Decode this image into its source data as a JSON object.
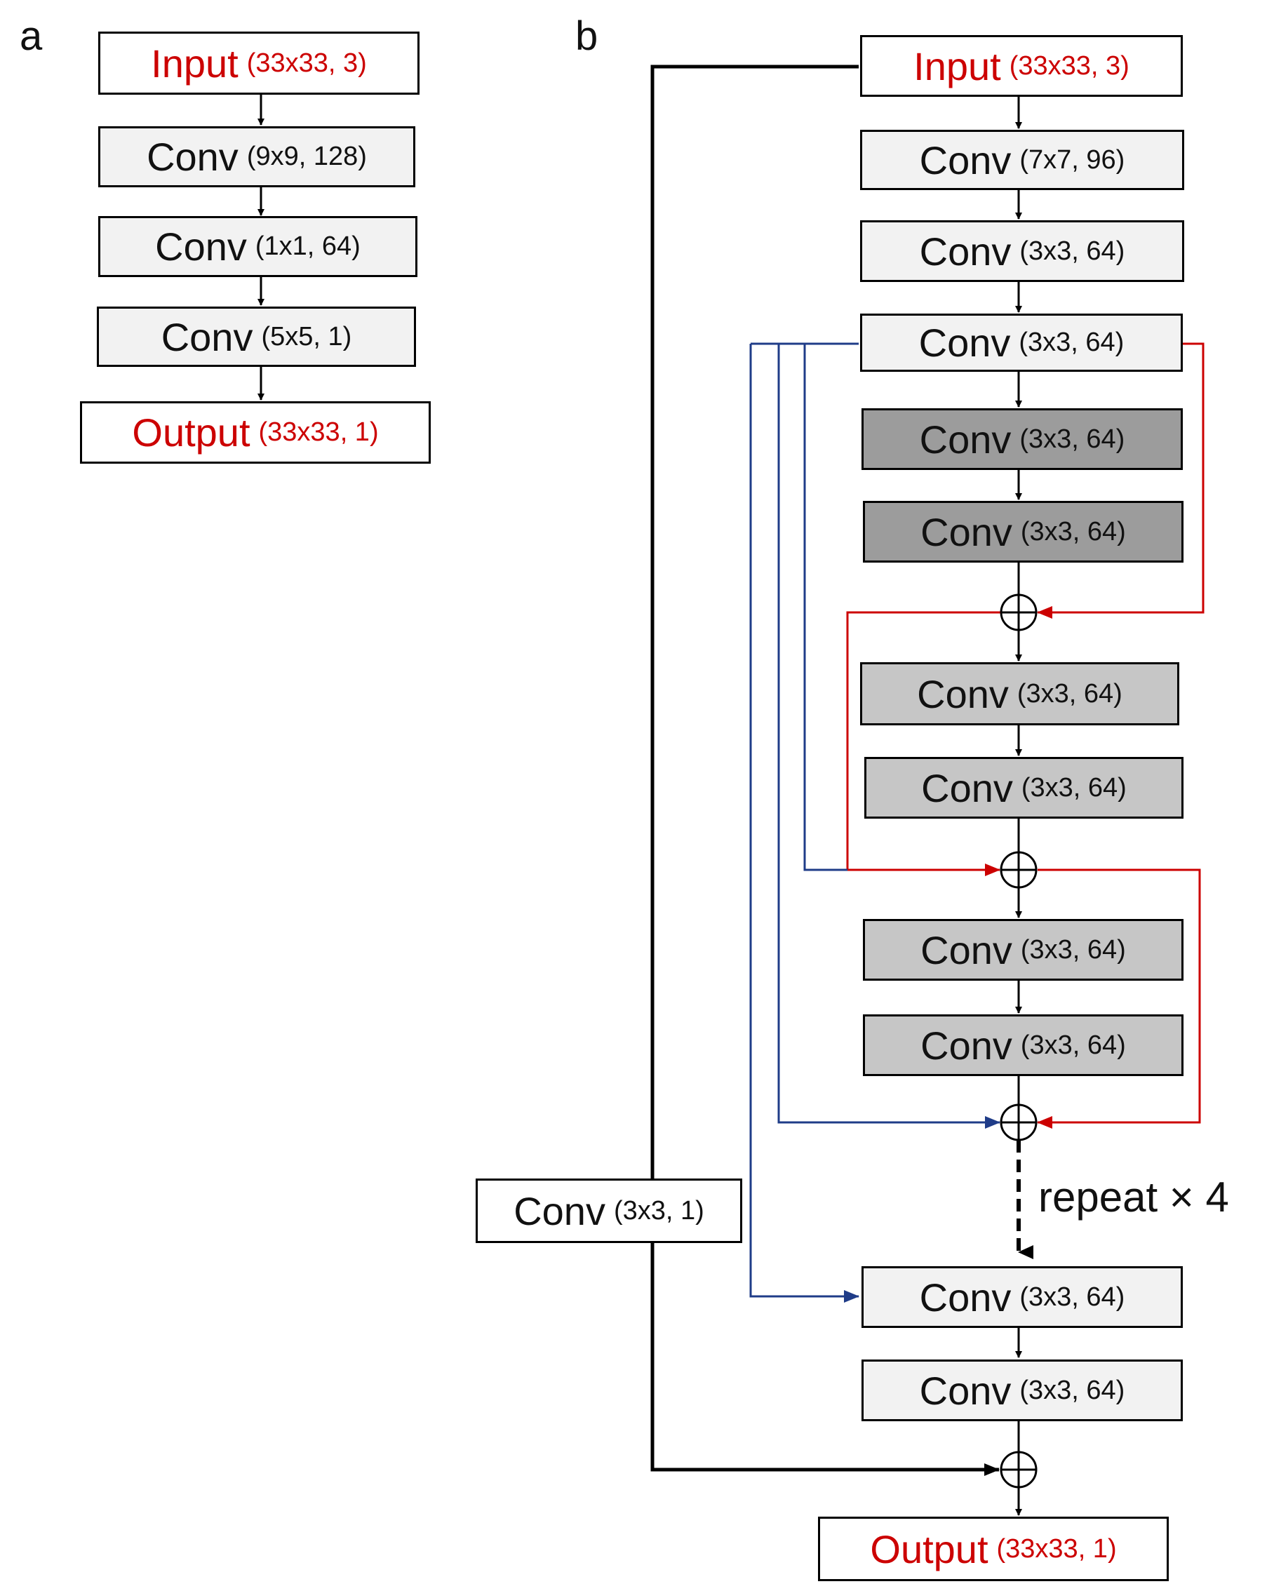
{
  "panel_a": {
    "label": "a",
    "blocks": [
      {
        "main": "Input",
        "param": "(33x33, 3)"
      },
      {
        "main": "Conv",
        "param": "(9x9, 128)"
      },
      {
        "main": "Conv",
        "param": "(1x1, 64)"
      },
      {
        "main": "Conv",
        "param": "(5x5, 1)"
      },
      {
        "main": "Output",
        "param": "(33x33, 1)"
      }
    ]
  },
  "panel_b": {
    "label": "b",
    "blocks": [
      {
        "main": "Input",
        "param": "(33x33, 3)"
      },
      {
        "main": "Conv",
        "param": "(7x7, 96)"
      },
      {
        "main": "Conv",
        "param": "(3x3, 64)"
      },
      {
        "main": "Conv",
        "param": "(3x3, 64)"
      },
      {
        "main": "Conv",
        "param": "(3x3, 64)"
      },
      {
        "main": "Conv",
        "param": "(3x3, 64)"
      },
      {
        "main": "Conv",
        "param": "(3x3, 64)"
      },
      {
        "main": "Conv",
        "param": "(3x3, 64)"
      },
      {
        "main": "Conv",
        "param": "(3x3, 64)"
      },
      {
        "main": "Conv",
        "param": "(3x3, 64)"
      },
      {
        "main": "Conv",
        "param": "(3x3, 64)"
      },
      {
        "main": "Conv",
        "param": "(3x3, 64)"
      },
      {
        "main": "Output",
        "param": "(33x33, 1)"
      }
    ],
    "side_block": {
      "main": "Conv",
      "param": "(3x3, 1)"
    },
    "repeat_label": "repeat × 4"
  },
  "colors": {
    "io_text": "#cc0000",
    "skip_red": "#cc0000",
    "skip_blue": "#1f3c88",
    "block_light": "#f2f2f2",
    "block_mid": "#c6c6c6",
    "block_dark": "#9c9c9c"
  }
}
